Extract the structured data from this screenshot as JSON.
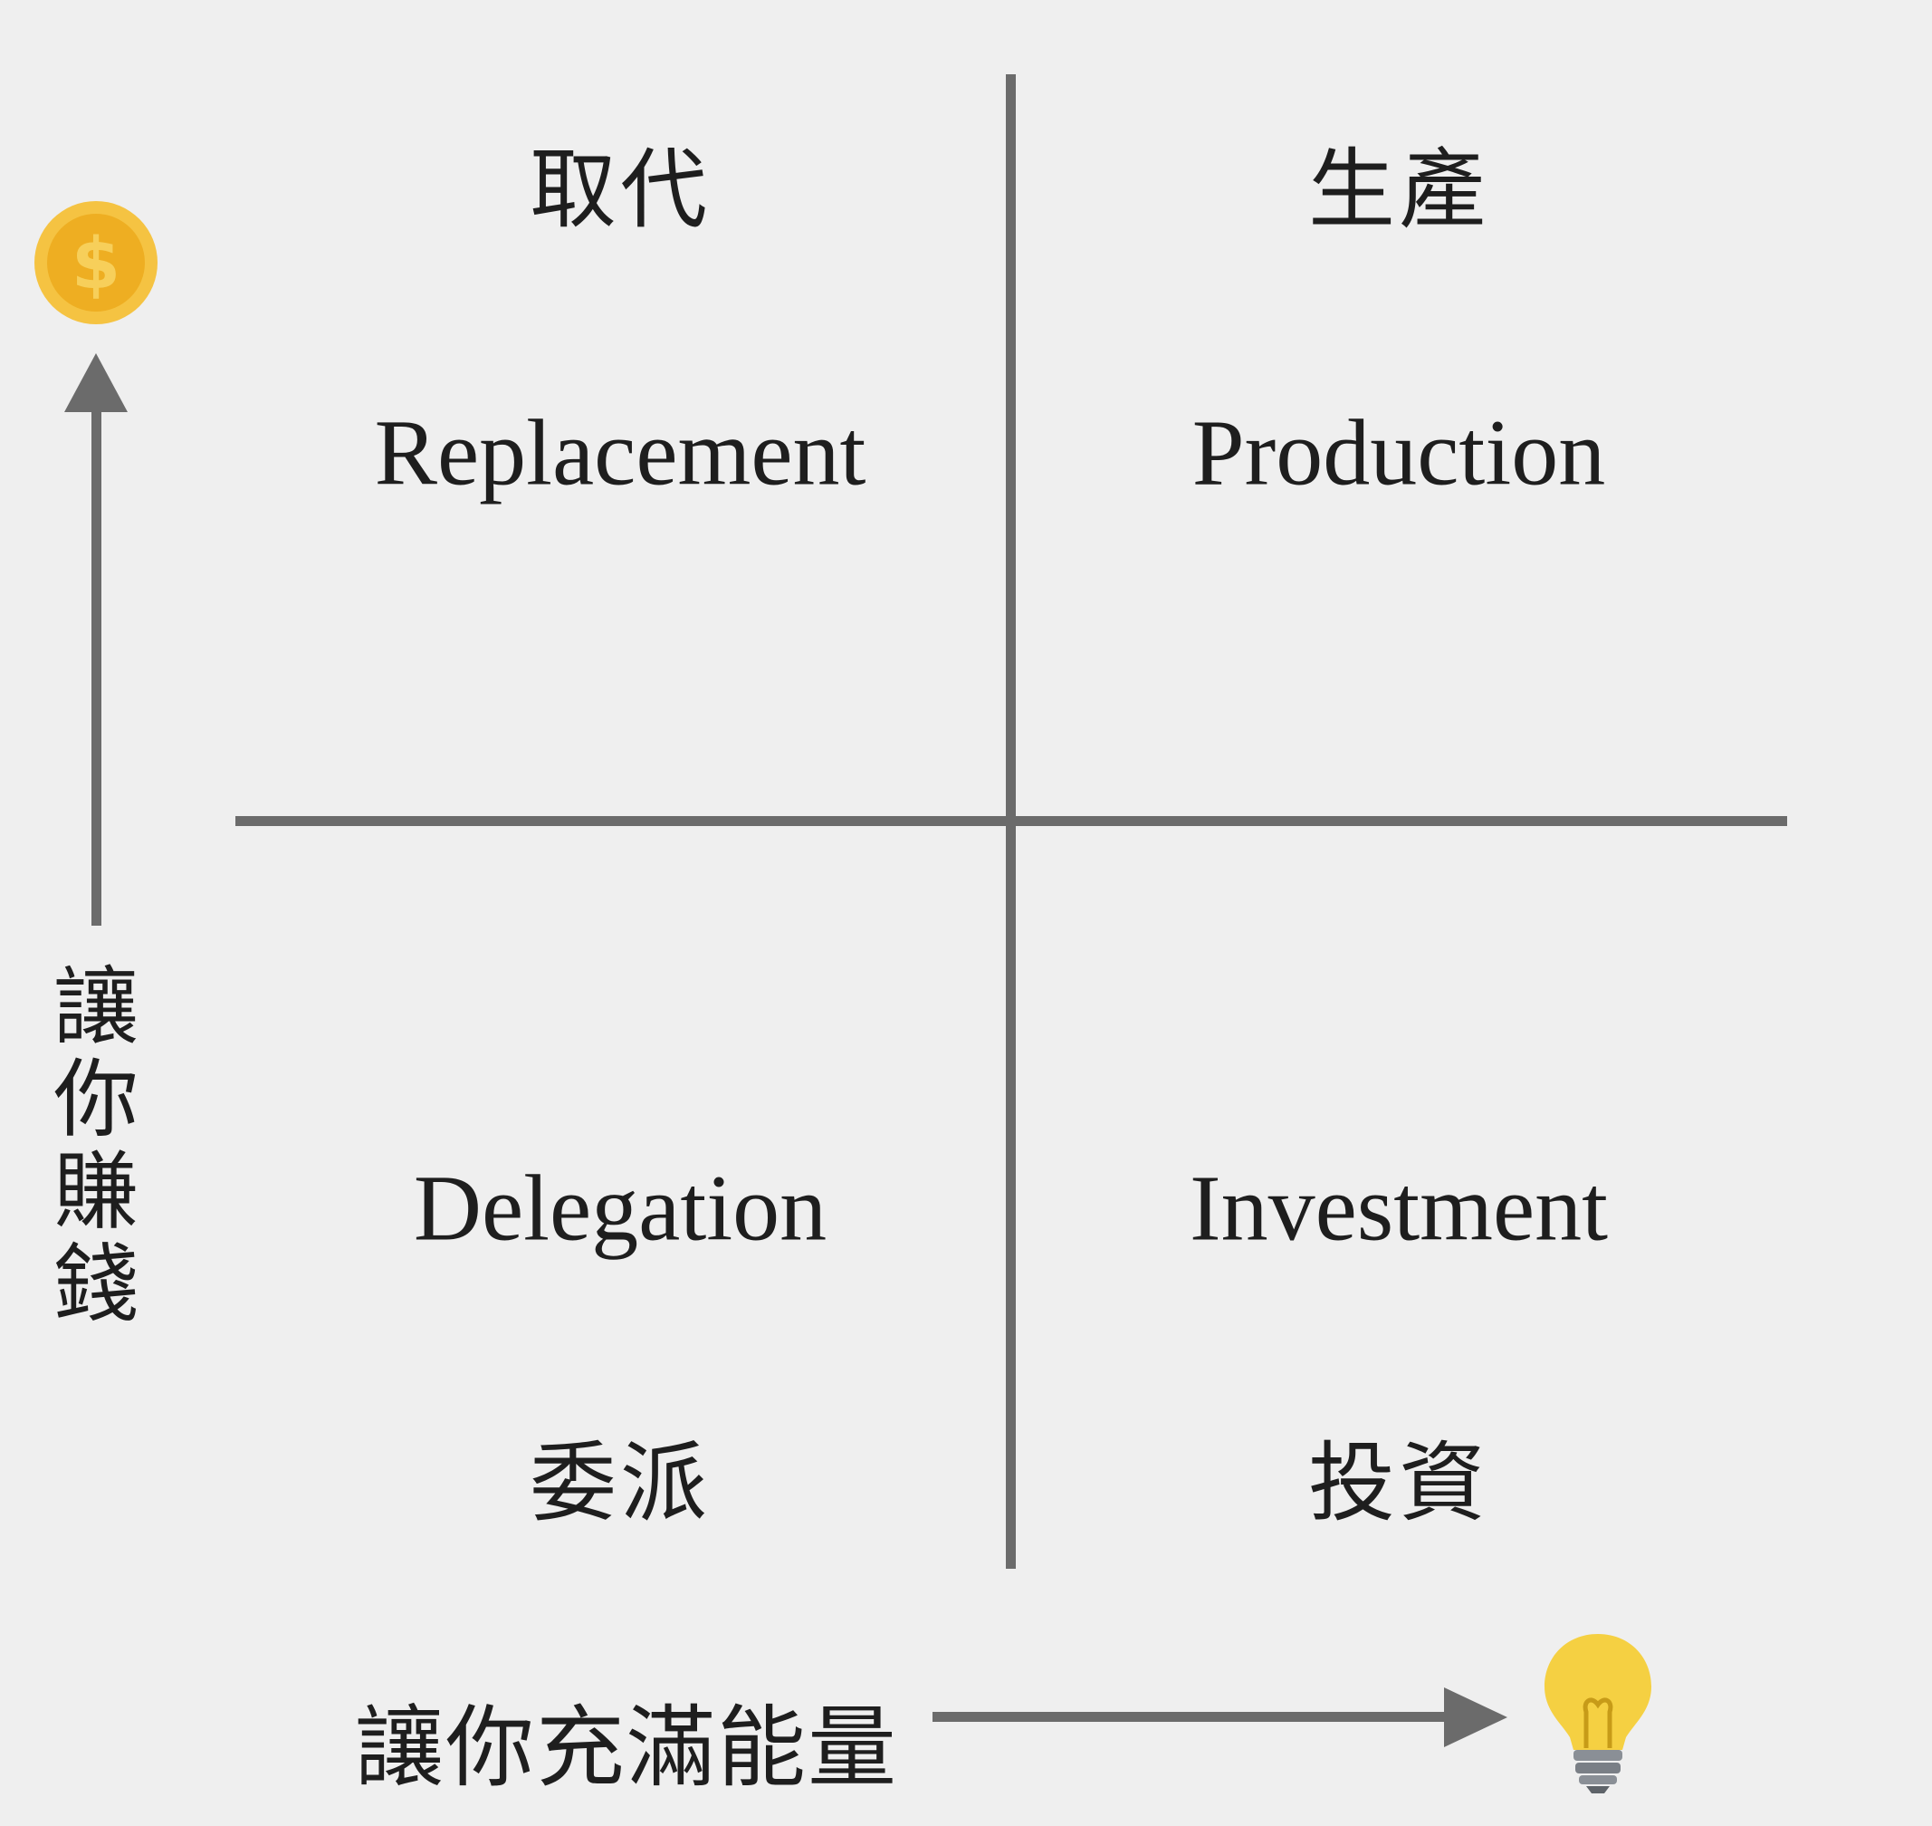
{
  "quadrants": {
    "top_left": {
      "zh": "取代",
      "en": "Replacement"
    },
    "top_right": {
      "zh": "生產",
      "en": "Production"
    },
    "bottom_left": {
      "zh": "委派",
      "en": "Delegation"
    },
    "bottom_right": {
      "zh": "投資",
      "en": "Investment"
    }
  },
  "axes": {
    "y_label": [
      "讓",
      "你",
      "賺",
      "錢"
    ],
    "x_label": "讓你充滿能量",
    "y_icon": "dollar-coin-icon",
    "x_icon": "light-bulb-icon"
  },
  "colors": {
    "line": "#6b6b6b",
    "coin": "#f2b632",
    "bulb": "#f5d042"
  }
}
